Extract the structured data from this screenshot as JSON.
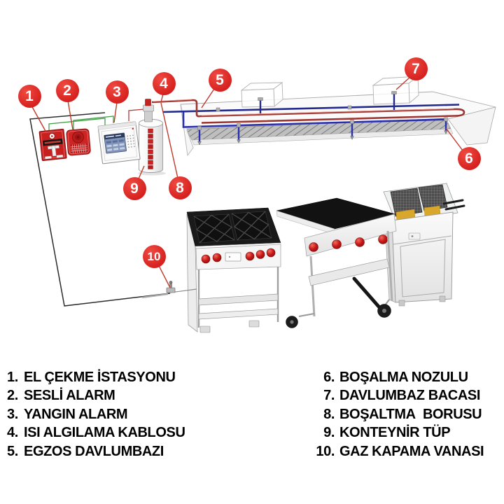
{
  "title": "Kitchen hood fire suppression system diagram",
  "callouts": [
    "1",
    "2",
    "3",
    "4",
    "5",
    "6",
    "7",
    "8",
    "9",
    "10"
  ],
  "legend": {
    "left": [
      {
        "num": "1.",
        "label": "EL ÇEKME İSTASYONU"
      },
      {
        "num": "2.",
        "label": "SESLİ ALARM"
      },
      {
        "num": "3.",
        "label": "YANGIN ALARM"
      },
      {
        "num": "4.",
        "label": "ISI ALGILAMA KABLOSU"
      },
      {
        "num": "5.",
        "label": "EGZOS DAVLUMBAZI"
      }
    ],
    "right": [
      {
        "num": "6.",
        "label": "BOŞALMA NOZULU"
      },
      {
        "num": "7.",
        "label": "DAVLUMBAZ BACASI"
      },
      {
        "num": "8.",
        "label": "BOŞALTMA  BORUSU"
      },
      {
        "num": "9.",
        "label": "KONTEYNİR TÜP"
      },
      {
        "num": "10.",
        "label": "GAZ KAPAMA VANASI"
      }
    ]
  },
  "colors": {
    "callout_red": "#d6211e",
    "leader_red": "#c0392b",
    "pipe_red": "#9e3531",
    "pipe_navy": "#222a8e",
    "pipe_blue": "#2a2fae",
    "wire_green": "#43a047",
    "text": "#000000"
  }
}
